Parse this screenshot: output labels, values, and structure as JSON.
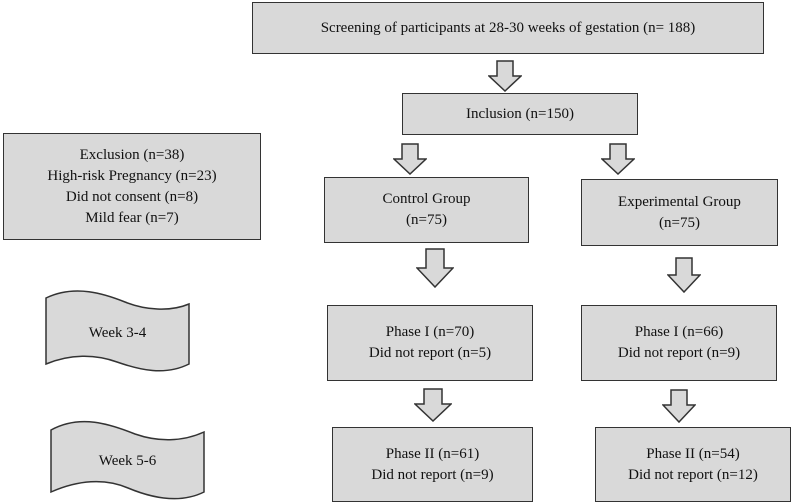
{
  "colors": {
    "box_fill": "#d9d9d9",
    "box_border": "#333333",
    "arrow_fill": "#d9d9d9",
    "text": "#111111"
  },
  "screening": {
    "line1": "Screening of participants at 28-30 weeks of gestation (n= 188)"
  },
  "inclusion": {
    "line1": "Inclusion (n=150)"
  },
  "exclusion": {
    "line1": "Exclusion (n=38)",
    "line2": "High-risk Pregnancy (n=23)",
    "line3": "Did not consent (n=8)",
    "line4": "Mild fear (n=7)"
  },
  "control": {
    "group": {
      "line1": "Control Group",
      "line2": "(n=75)"
    },
    "phase1": {
      "line1": "Phase I (n=70)",
      "line2": "Did not report (n=5)"
    },
    "phase2": {
      "line1": "Phase II (n=61)",
      "line2": "Did not report (n=9)"
    }
  },
  "experimental": {
    "group": {
      "line1": "Experimental Group",
      "line2": "(n=75)"
    },
    "phase1": {
      "line1": "Phase I (n=66)",
      "line2": "Did not report (n=9)"
    },
    "phase2": {
      "line1": "Phase II (n=54)",
      "line2": "Did not report (n=12)"
    }
  },
  "weeks": {
    "week34": "Week 3-4",
    "week56": "Week 5-6"
  }
}
